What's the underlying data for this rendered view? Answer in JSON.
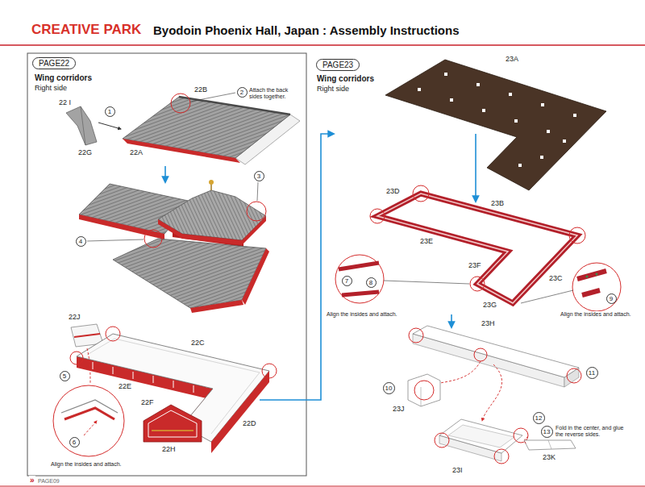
{
  "diagram": {
    "title": "Byodoin Phoenix Hall, Japan : Assembly Instructions",
    "nodes": [
      {
        "text": [
          "PAGE22"
        ]
      },
      {
        "text": [
          "1"
        ]
      },
      {
        "text": [
          "2"
        ]
      },
      {
        "text": [
          "3"
        ]
      },
      {
        "text": [
          "4"
        ]
      },
      {
        "text": [
          "5"
        ]
      },
      {
        "text": [
          "6"
        ]
      },
      {
        "text": [
          "PAGE23"
        ]
      },
      {
        "text": [
          "7"
        ]
      },
      {
        "text": [
          "8"
        ]
      },
      {
        "text": [
          "9"
        ]
      },
      {
        "text": [
          "10"
        ]
      },
      {
        "text": [
          "11"
        ]
      },
      {
        "text": [
          "12"
        ]
      },
      {
        "text": [
          "13"
        ]
      }
    ],
    "labels": [
      "CREATIVE PARK",
      "Wing corridors",
      "Right side",
      "22 I",
      "22B",
      "22G",
      "22A",
      "Attach the back sides together.",
      "22J",
      "22C",
      "22E",
      "22F",
      "22D",
      "22H",
      "Align the insides and attach.",
      "Wing corridors",
      "Right side",
      "23A",
      "23B",
      "23D",
      "23E",
      "23F",
      "23C",
      "23G",
      "Align the insides and attach.",
      "Align the insides and attach.",
      "23H",
      "23J",
      "23I",
      "23K",
      "Fold in the center, and glue the reverse sides.",
      "»",
      "PAGE09"
    ]
  }
}
